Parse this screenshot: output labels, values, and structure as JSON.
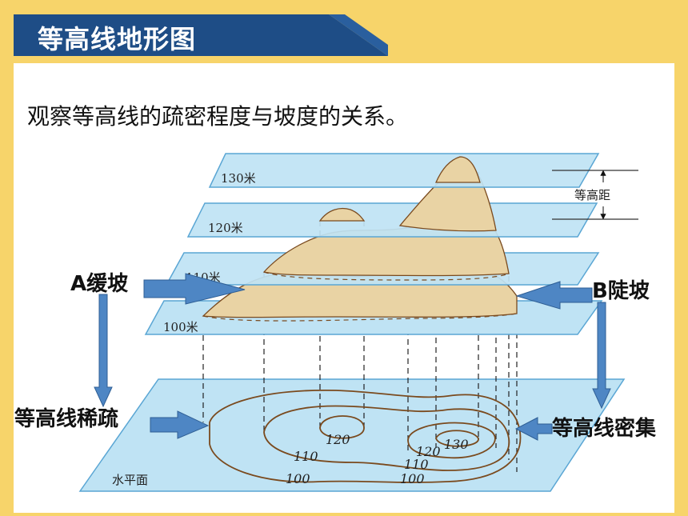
{
  "header": {
    "title": "等高线地形图"
  },
  "content": {
    "subtitle": "观察等高线的疏密程度与坡度的关系。"
  },
  "diagram": {
    "plane_labels": [
      "130米",
      "120米",
      "110米",
      "100米"
    ],
    "contour_interval_label": "等高距",
    "horizontal_plane_label": "水平面",
    "contour_values": {
      "left_inner": "120",
      "left_middle": "110",
      "left_outer": "100",
      "right_inner": "130",
      "right_second": "120",
      "right_third": "110",
      "right_outer": "100"
    },
    "annotations": {
      "gentle_slope": "A缓坡",
      "steep_slope": "B陡坡",
      "sparse_contours": "等高线稀疏",
      "dense_contours": "等高线密集"
    }
  },
  "colors": {
    "background": "#f7d46a",
    "title_bar": "#1e4d86",
    "plane_fill": "#bfe3f4",
    "plane_stroke": "#5aa6d4",
    "mountain": "#e9d3a4",
    "arrow": "#4e86c4"
  }
}
